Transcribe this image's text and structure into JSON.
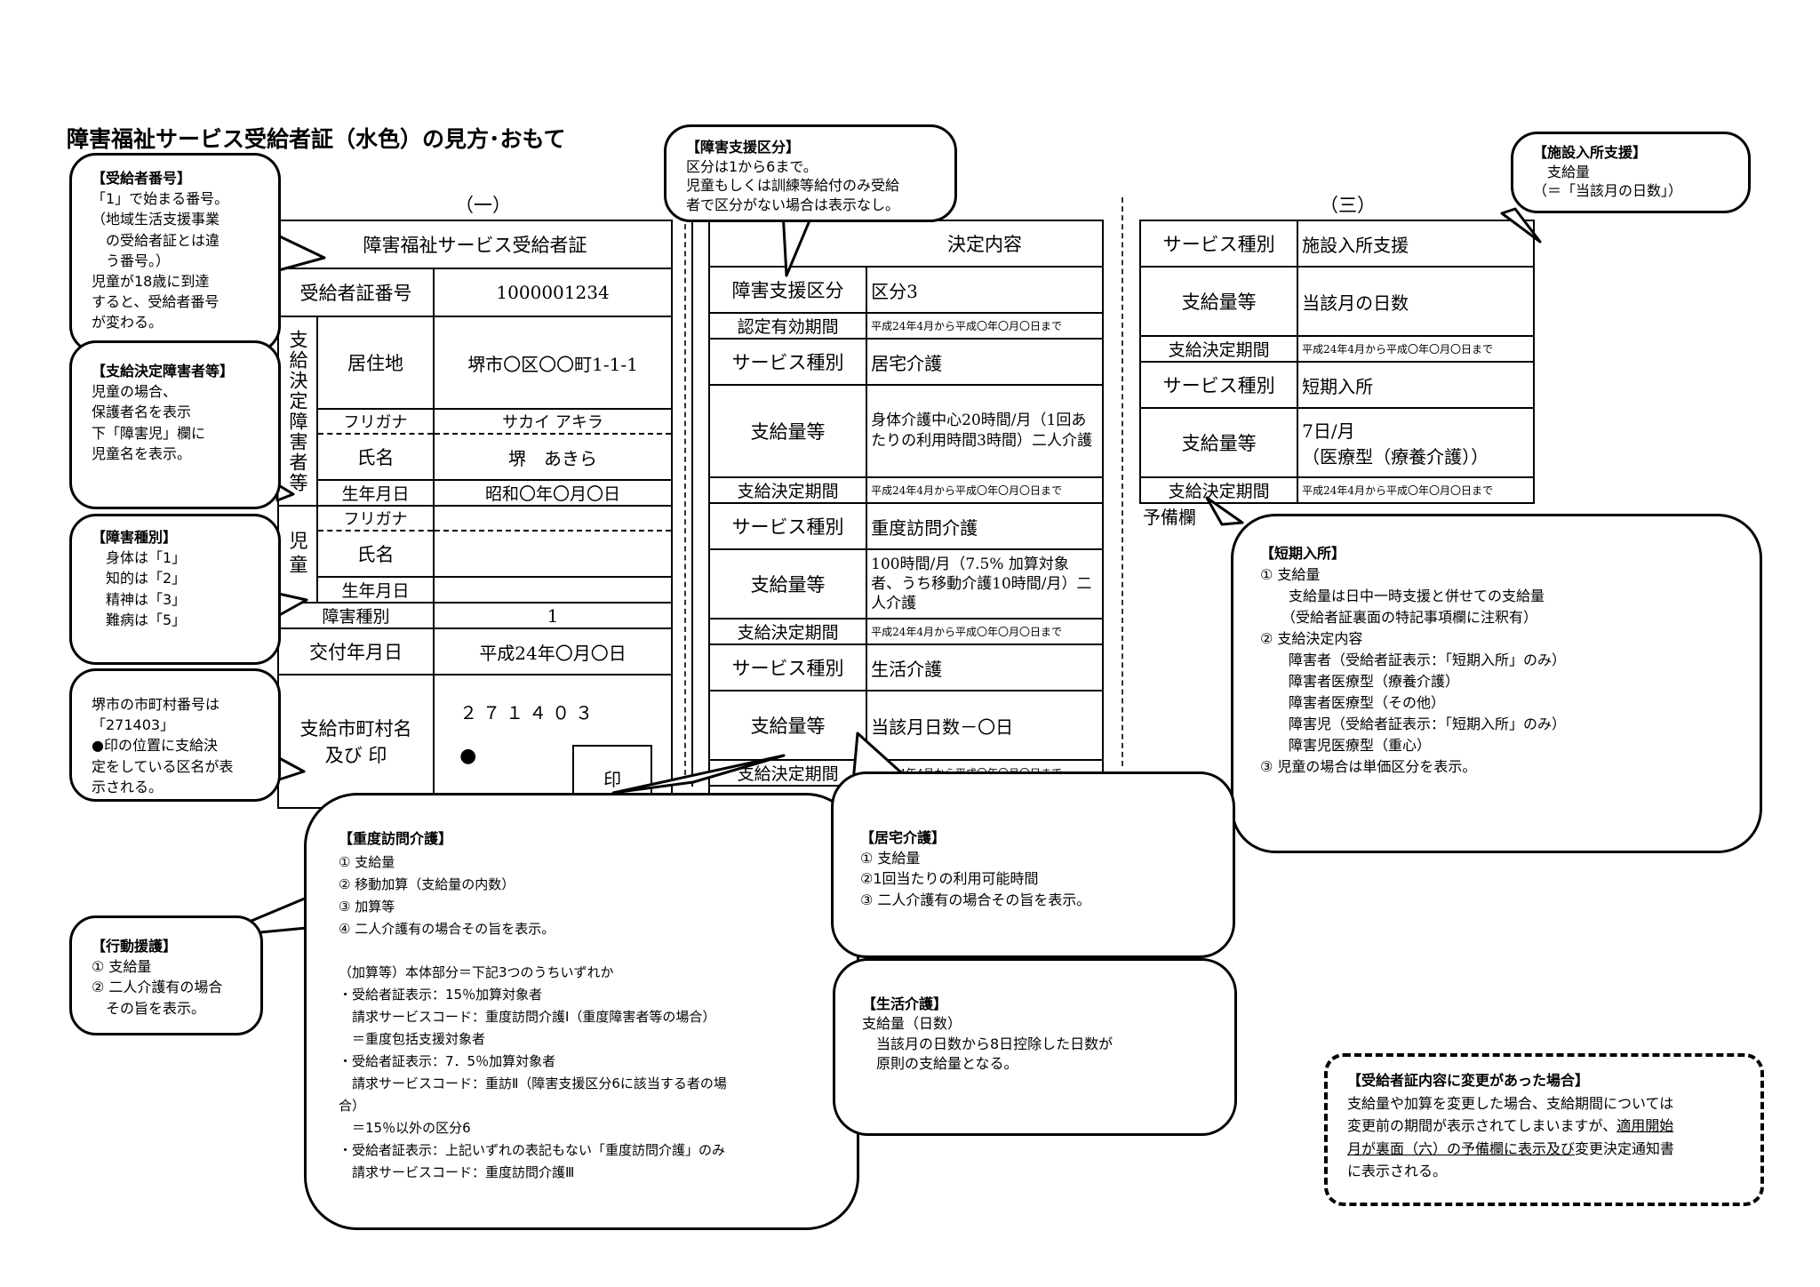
{
  "title": "障害福祉サービス受給者証（水色）の見方･おもて",
  "panels": {
    "one": "（一）",
    "three": "（三）"
  },
  "card1": {
    "header": "障害福祉サービス受給者証",
    "number_label": "受給者証番号",
    "number_value": "1000001234",
    "vertical_disabled": "支給決定障害者等",
    "vertical_child": "児童",
    "address_label": "居住地",
    "address_value": "堺市〇区〇〇町1-1-1",
    "furigana_label": "フリガナ",
    "furigana_value": "サカイ アキラ",
    "name_label": "氏名",
    "name_value": "堺　あきら",
    "birth_label": "生年月日",
    "birth_value": "昭和〇年〇月〇日",
    "child_furigana_label": "フリガナ",
    "child_name_label": "氏名",
    "child_birth_label": "生年月日",
    "disability_label": "障害種別",
    "disability_value": "1",
    "issue_label": "交付年月日",
    "issue_value": "平成24年〇月〇日",
    "city_label": "支給市町村名\n及び 印",
    "city_code": "２７１４０３",
    "city_dot": "●",
    "seal": "印"
  },
  "card2": {
    "header": "決定内容",
    "support_label": "障害支援区分",
    "support_value": "区分3",
    "valid_label": "認定有効期間",
    "valid_value": "平成24年4月から平成〇年〇月〇日まで",
    "rows": [
      {
        "type_label": "サービス種別",
        "type_value": "居宅介護",
        "amount_label": "支給量等",
        "amount_value": "身体介護中心20時間/月（1回あたりの利用時間3時間）二人介護",
        "period_label": "支給決定期間",
        "period_value": "平成24年4月から平成〇年〇月〇日まで"
      },
      {
        "type_label": "サービス種別",
        "type_value": "重度訪問介護",
        "amount_label": "支給量等",
        "amount_value": "100時間/月（7.5% 加算対象者、うち移動介護10時間/月）二人介護",
        "period_label": "支給決定期間",
        "period_value": "平成24年4月から平成〇年〇月〇日まで"
      },
      {
        "type_label": "サービス種別",
        "type_value": "生活介護",
        "amount_label": "支給量等",
        "amount_value": "当該月日数－〇日",
        "period_label": "支給決定期間",
        "period_value": "平成24年4月から平成〇年〇月〇日まで"
      }
    ]
  },
  "card3": {
    "rows": [
      {
        "type_label": "サービス種別",
        "type_value": "施設入所支援",
        "amount_label": "支給量等",
        "amount_value": "当該月の日数",
        "period_label": "支給決定期間",
        "period_value": "平成24年4月から平成〇年〇月〇日まで"
      },
      {
        "type_label": "サービス種別",
        "type_value": "短期入所",
        "amount_label": "支給量等",
        "amount_value": "7日/月\n（医療型（療養介護））",
        "period_label": "支給決定期間",
        "period_value": "平成24年4月から平成〇年〇月〇日まで"
      }
    ],
    "remarks_label": "予備欄"
  },
  "callouts": {
    "recipient_number": {
      "title": "【受給者番号】",
      "lines": [
        "「1」で始まる番号。",
        "（地域生活支援事業",
        "　の受給者証とは違",
        "　う番号。）",
        "児童が18歳に到達",
        "すると、受給者番号",
        "が変わる。"
      ]
    },
    "decision_person": {
      "title": "【支給決定障害者等】",
      "lines": [
        "児童の場合、",
        "保護者名を表示",
        "下「障害児」欄に",
        "児童名を表示。"
      ]
    },
    "disability_type": {
      "title": "【障害種別】",
      "lines": [
        "　身体は「1」",
        "　知的は「2」",
        "　精神は「3」",
        "　難病は「5」"
      ]
    },
    "city_number": {
      "title": "",
      "lines": [
        "堺市の市町村番号は",
        "「271403」",
        "●印の位置に支給決",
        "定をしている区名が表",
        "示される。"
      ]
    },
    "support_level": {
      "title": "【障害支援区分】",
      "lines": [
        "区分は1から6まで。",
        "児童もしくは訓練等給付のみ受給",
        "者で区分がない場合は表示なし。"
      ]
    },
    "facility": {
      "title": "【施設入所支援】",
      "lines": [
        "　支給量",
        "（＝「当該月の日数」）"
      ]
    },
    "short_stay": {
      "title": "【短期入所】",
      "lines": [
        "① 支給量",
        "　　支給量は日中一時支援と併せての支給量",
        "　　（受給者証裏面の特記事項欄に注釈有）",
        "② 支給決定内容",
        "　　障害者（受給者証表示：「短期入所」のみ）",
        "　　障害者医療型（療養介護）",
        "　　障害者医療型（その他）",
        "　　障害児（受給者証表示：「短期入所」のみ）",
        "　　障害児医療型（重心）",
        "③ 児童の場合は単価区分を表示。"
      ]
    },
    "heavy_visit": {
      "title": "【重度訪問介護】",
      "lines": [
        "① 支給量",
        "② 移動加算（支給量の内数）",
        "③ 加算等",
        "④ 二人介護有の場合その旨を表示。",
        "",
        "（加算等）本体部分＝下記3つのうちいずれか",
        "・受給者証表示：15％加算対象者",
        "　請求サービスコード：重度訪問介護Ⅰ（重度障害者等の場合）",
        "　＝重度包括支援対象者",
        "・受給者証表示：7．5％加算対象者",
        "　請求サービスコード：重訪Ⅱ（障害支援区分6に該当する者の場",
        "合）",
        "　＝15％以外の区分6",
        "・受給者証表示：上記いずれの表記もない「重度訪問介護」のみ",
        "　請求サービスコード：重度訪問介護Ⅲ"
      ]
    },
    "home_care": {
      "title": "【居宅介護】",
      "lines": [
        "① 支給量",
        "②1回当たりの利用可能時間",
        "③ 二人介護有の場合その旨を表示。"
      ]
    },
    "behavior": {
      "title": "【行動援護】",
      "lines": [
        "① 支給量",
        "② 二人介護有の場合",
        "　その旨を表示。"
      ]
    },
    "daily_life": {
      "title": "【生活介護】",
      "lines": [
        "支給量（日数）",
        "　当該月の日数から8日控除した日数が",
        "　原則の支給量となる。"
      ]
    },
    "change": {
      "title": "【受給者証内容に変更があった場合】",
      "lines": [
        "支給量や加算を変更した場合、支給期間については",
        "変更前の期間が表示されてしまいますが、",
        "適用開始",
        "月が裏面（六）の予備欄に表示及び",
        "変更決定通知書",
        "に表示される。"
      ]
    }
  }
}
